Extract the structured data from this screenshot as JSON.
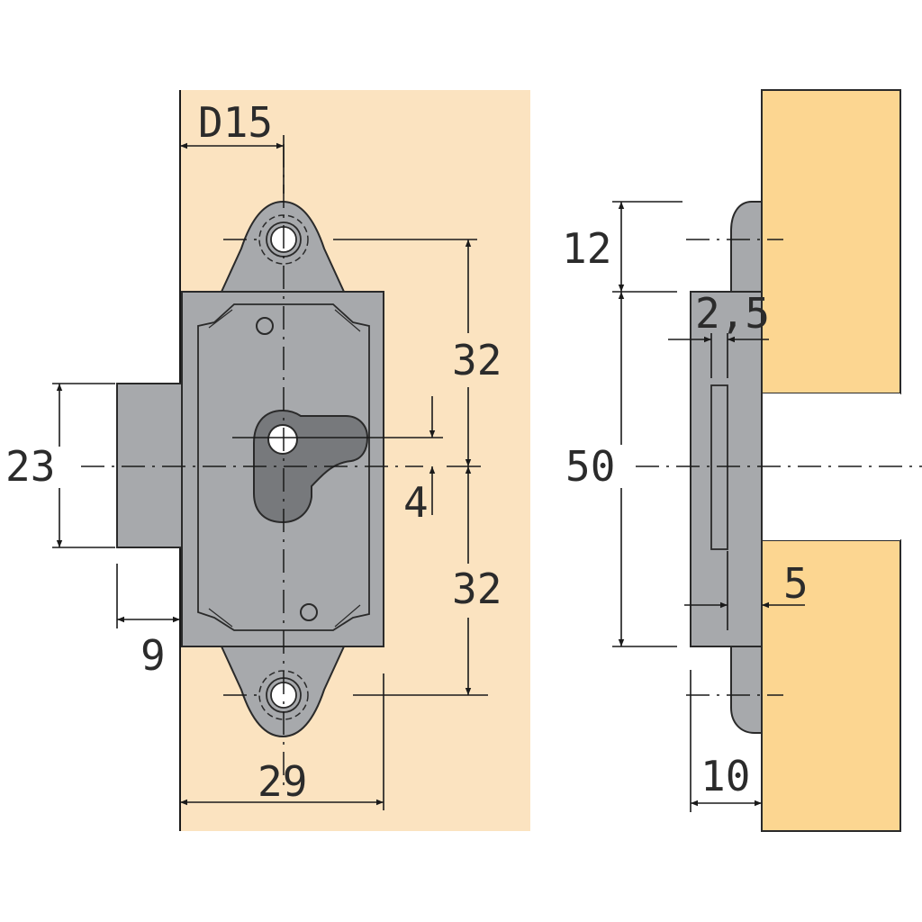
{
  "colors": {
    "panel_front": "#fbe3c0",
    "panel_side": "#fcd691",
    "metal": "#a7a9ac",
    "metal_dark": "#77797c",
    "line": "#1a1a1a"
  },
  "front_view": {
    "dim_d15": "D15",
    "dim_width": "29",
    "dim_bolt_height": "23",
    "dim_bolt_projection": "9",
    "dim_upper_hole": "32",
    "dim_lower_hole": "32",
    "dim_key_offset": "4"
  },
  "side_view": {
    "dim_top": "12",
    "dim_total_height": "50",
    "dim_slot": "2,5",
    "dim_slot_depth": "5",
    "dim_depth": "10"
  }
}
